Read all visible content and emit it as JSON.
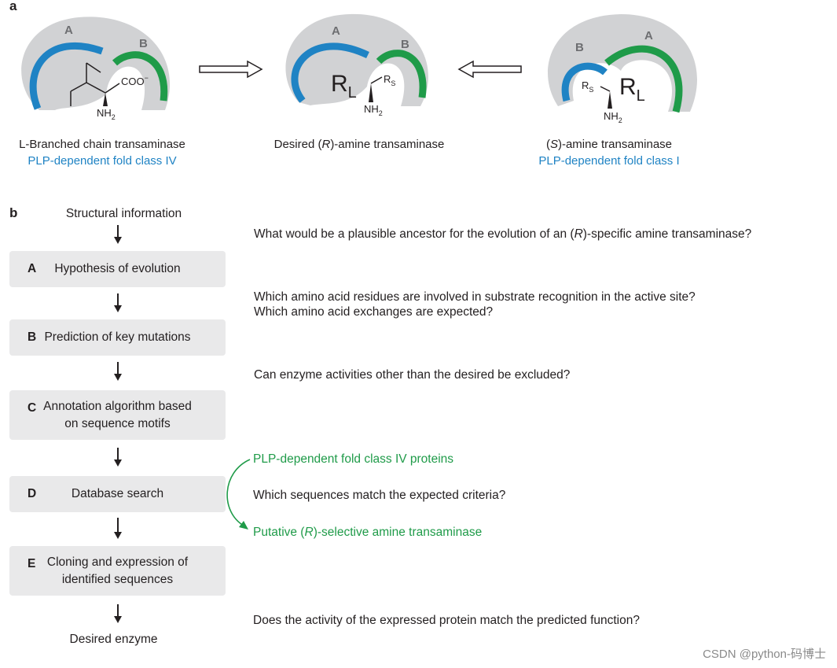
{
  "panel_a": {
    "label": "a",
    "enzymes": [
      {
        "site_labels": {
          "a": "A",
          "b": "B"
        },
        "substituents": {
          "carboxylate": "COO",
          "charge": "−",
          "amine": "NH",
          "sub": "2"
        },
        "caption_line1": "L-Branched chain transaminase",
        "caption_line2": "PLP-dependent fold class IV"
      },
      {
        "site_labels": {
          "a": "A",
          "b": "B"
        },
        "substituents": {
          "large": "R",
          "large_sub": "L",
          "small": "R",
          "small_sub": "S",
          "amine": "NH",
          "sub": "2"
        },
        "caption_prefix": "Desired (",
        "caption_italic": "R",
        "caption_suffix": ")-amine transaminase"
      },
      {
        "site_labels": {
          "a": "A",
          "b": "B"
        },
        "substituents": {
          "large": "R",
          "large_sub": "L",
          "small": "R",
          "small_sub": "S",
          "amine": "NH",
          "sub": "2"
        },
        "caption_prefix": "(",
        "caption_italic": "S",
        "caption_suffix": ")-amine transaminase",
        "caption_line2": "PLP-dependent fold class I"
      }
    ],
    "colors": {
      "site_a": "#1f83c4",
      "site_b": "#1f9b49",
      "pocket": "#d1d2d4"
    }
  },
  "panel_b": {
    "label": "b",
    "start": "Structural information",
    "end": "Desired enzyme",
    "steps": [
      {
        "letter": "A",
        "text": "Hypothesis of evolution"
      },
      {
        "letter": "B",
        "text": "Prediction of key mutations"
      },
      {
        "letter": "C",
        "line1": "Annotation algorithm based",
        "line2": "on sequence motifs"
      },
      {
        "letter": "D",
        "text": "Database search"
      },
      {
        "letter": "E",
        "line1": "Cloning and expression of",
        "line2": "identified sequences"
      }
    ],
    "questions": {
      "q1_prefix": "What would be a plausible ancestor for the evolution of an (",
      "q1_italic": "R",
      "q1_suffix": ")-specific amine transaminase?",
      "q2_line1": "Which amino acid residues are involved in substrate recognition in the active site?",
      "q2_line2": "Which amino acid exchanges are expected?",
      "q3": "Can enzyme activities other than the desired be excluded?",
      "d_top": "PLP-dependent fold class IV proteins",
      "d_mid": "Which sequences match the expected criteria?",
      "d_bottom_prefix": "Putative (",
      "d_bottom_italic": "R",
      "d_bottom_suffix": ")-selective amine transaminase",
      "q5": "Does the activity of the expressed protein match the predicted function?"
    }
  },
  "watermark": "CSDN @python-码博士"
}
